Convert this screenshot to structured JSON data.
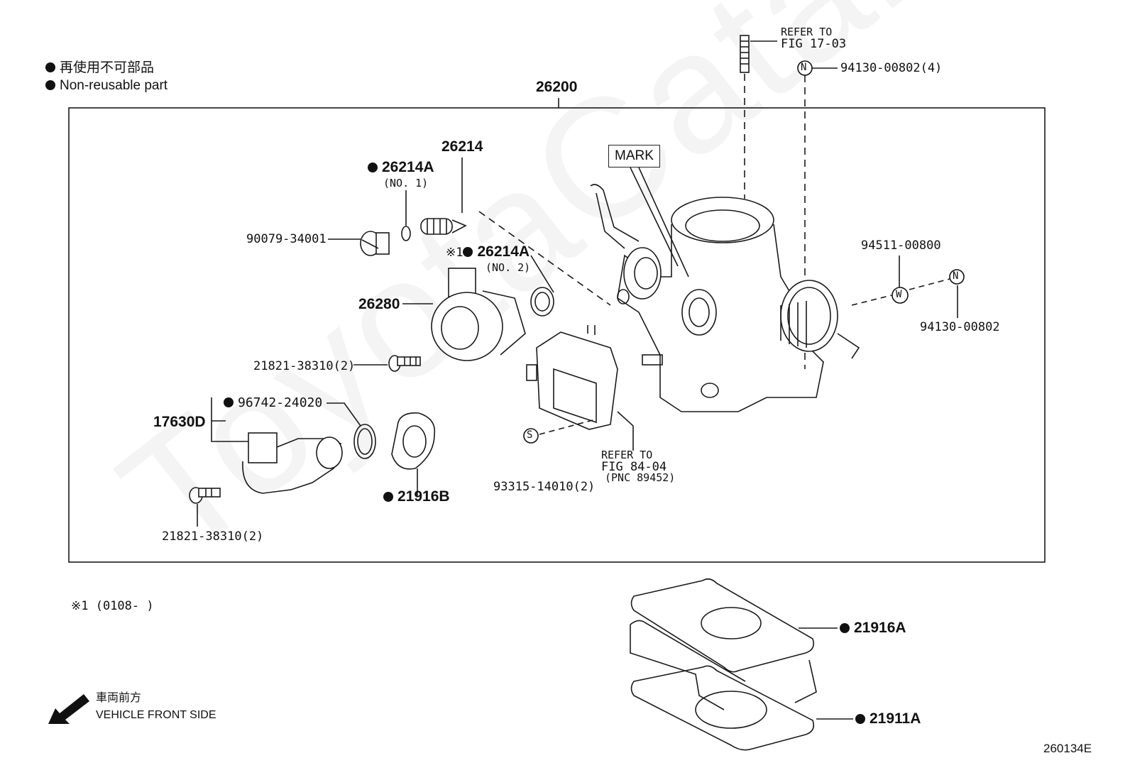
{
  "watermark": "ToyotaCatalogue.ru",
  "legend": {
    "jp": "再使用不可部品",
    "en": "Non-reusable part"
  },
  "assembly": {
    "number": "26200"
  },
  "parts": {
    "p26214": "26214",
    "p26214A_1": "26214A",
    "p26214A_1_note": "(NO. 1)",
    "p26214A_2_prefix": "※1",
    "p26214A_2": "26214A",
    "p26214A_2_note": "(NO. 2)",
    "p90079": "90079-34001",
    "p26280": "26280",
    "p21821_a": "21821-38310(2)",
    "p17630D": "17630D",
    "p96742": "96742-24020",
    "p21916B": "21916B",
    "p21821_b": "21821-38310(2)",
    "p93315": "93315-14010(2)",
    "p94511": "94511-00800",
    "p94130_a": "94130-00802(4)",
    "p94130_b": "94130-00802",
    "p21916A": "21916A",
    "p21911A": "21911A"
  },
  "refs": {
    "fig17_line1": "REFER TO",
    "fig17_line2": "FIG 17-03",
    "fig84_line1": "REFER TO",
    "fig84_line2": "FIG 84-04",
    "fig84_line3": "(PNC 89452)"
  },
  "mark_label": "MARK",
  "footnote": "※1 (0108-      )",
  "direction": {
    "jp": "車両前方",
    "en": "VEHICLE FRONT SIDE"
  },
  "figure_id": "260134E",
  "symbols": {
    "N": "N",
    "W": "W",
    "S": "S"
  }
}
